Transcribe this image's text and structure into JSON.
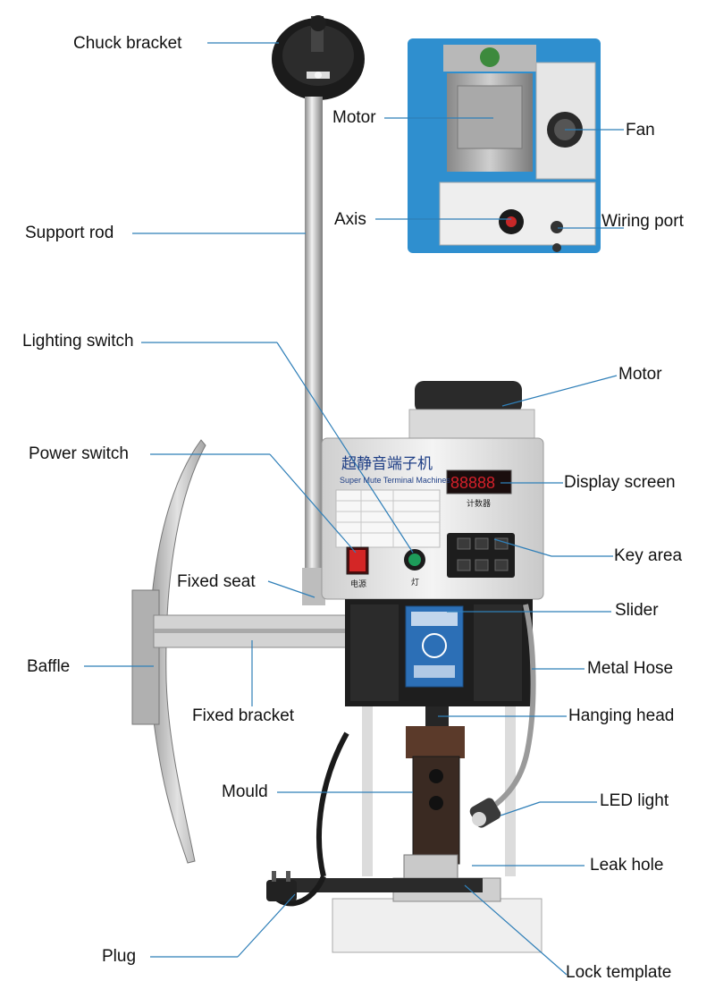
{
  "colors": {
    "leader_line": "#2f7fb8",
    "inset_background": "#2f8fcf",
    "machine_white": "#e8e8e8",
    "display_red": "#d4202a",
    "power_switch_red": "#d42626",
    "lighting_switch_green": "#1d9c5a",
    "slider_plate_blue": "#2c6fb6"
  },
  "panel": {
    "title_cn": "超静音端子机",
    "title_en": "Super Mute Terminal Machines",
    "counter_cn": "计数器",
    "power_cn": "电源",
    "light_cn": "灯",
    "display_value": "88888"
  },
  "labels": {
    "chuck_bracket": "Chuck bracket",
    "support_rod": "Support rod",
    "lighting_switch": "Lighting switch",
    "power_switch": "Power switch",
    "fixed_seat": "Fixed seat",
    "baffle": "Baffle",
    "fixed_bracket": "Fixed bracket",
    "mould": "Mould",
    "plug": "Plug",
    "motor_inset": "Motor",
    "axis": "Axis",
    "fan": "Fan",
    "wiring_port": "Wiring port",
    "motor_main": "Motor",
    "display_screen": "Display screen",
    "key_area": "Key area",
    "slider": "Slider",
    "metal_hose": "Metal Hose",
    "hanging_head": "Hanging head",
    "led_light": "LED light",
    "leak_hole": "Leak hole",
    "lock_template": "Lock template"
  }
}
